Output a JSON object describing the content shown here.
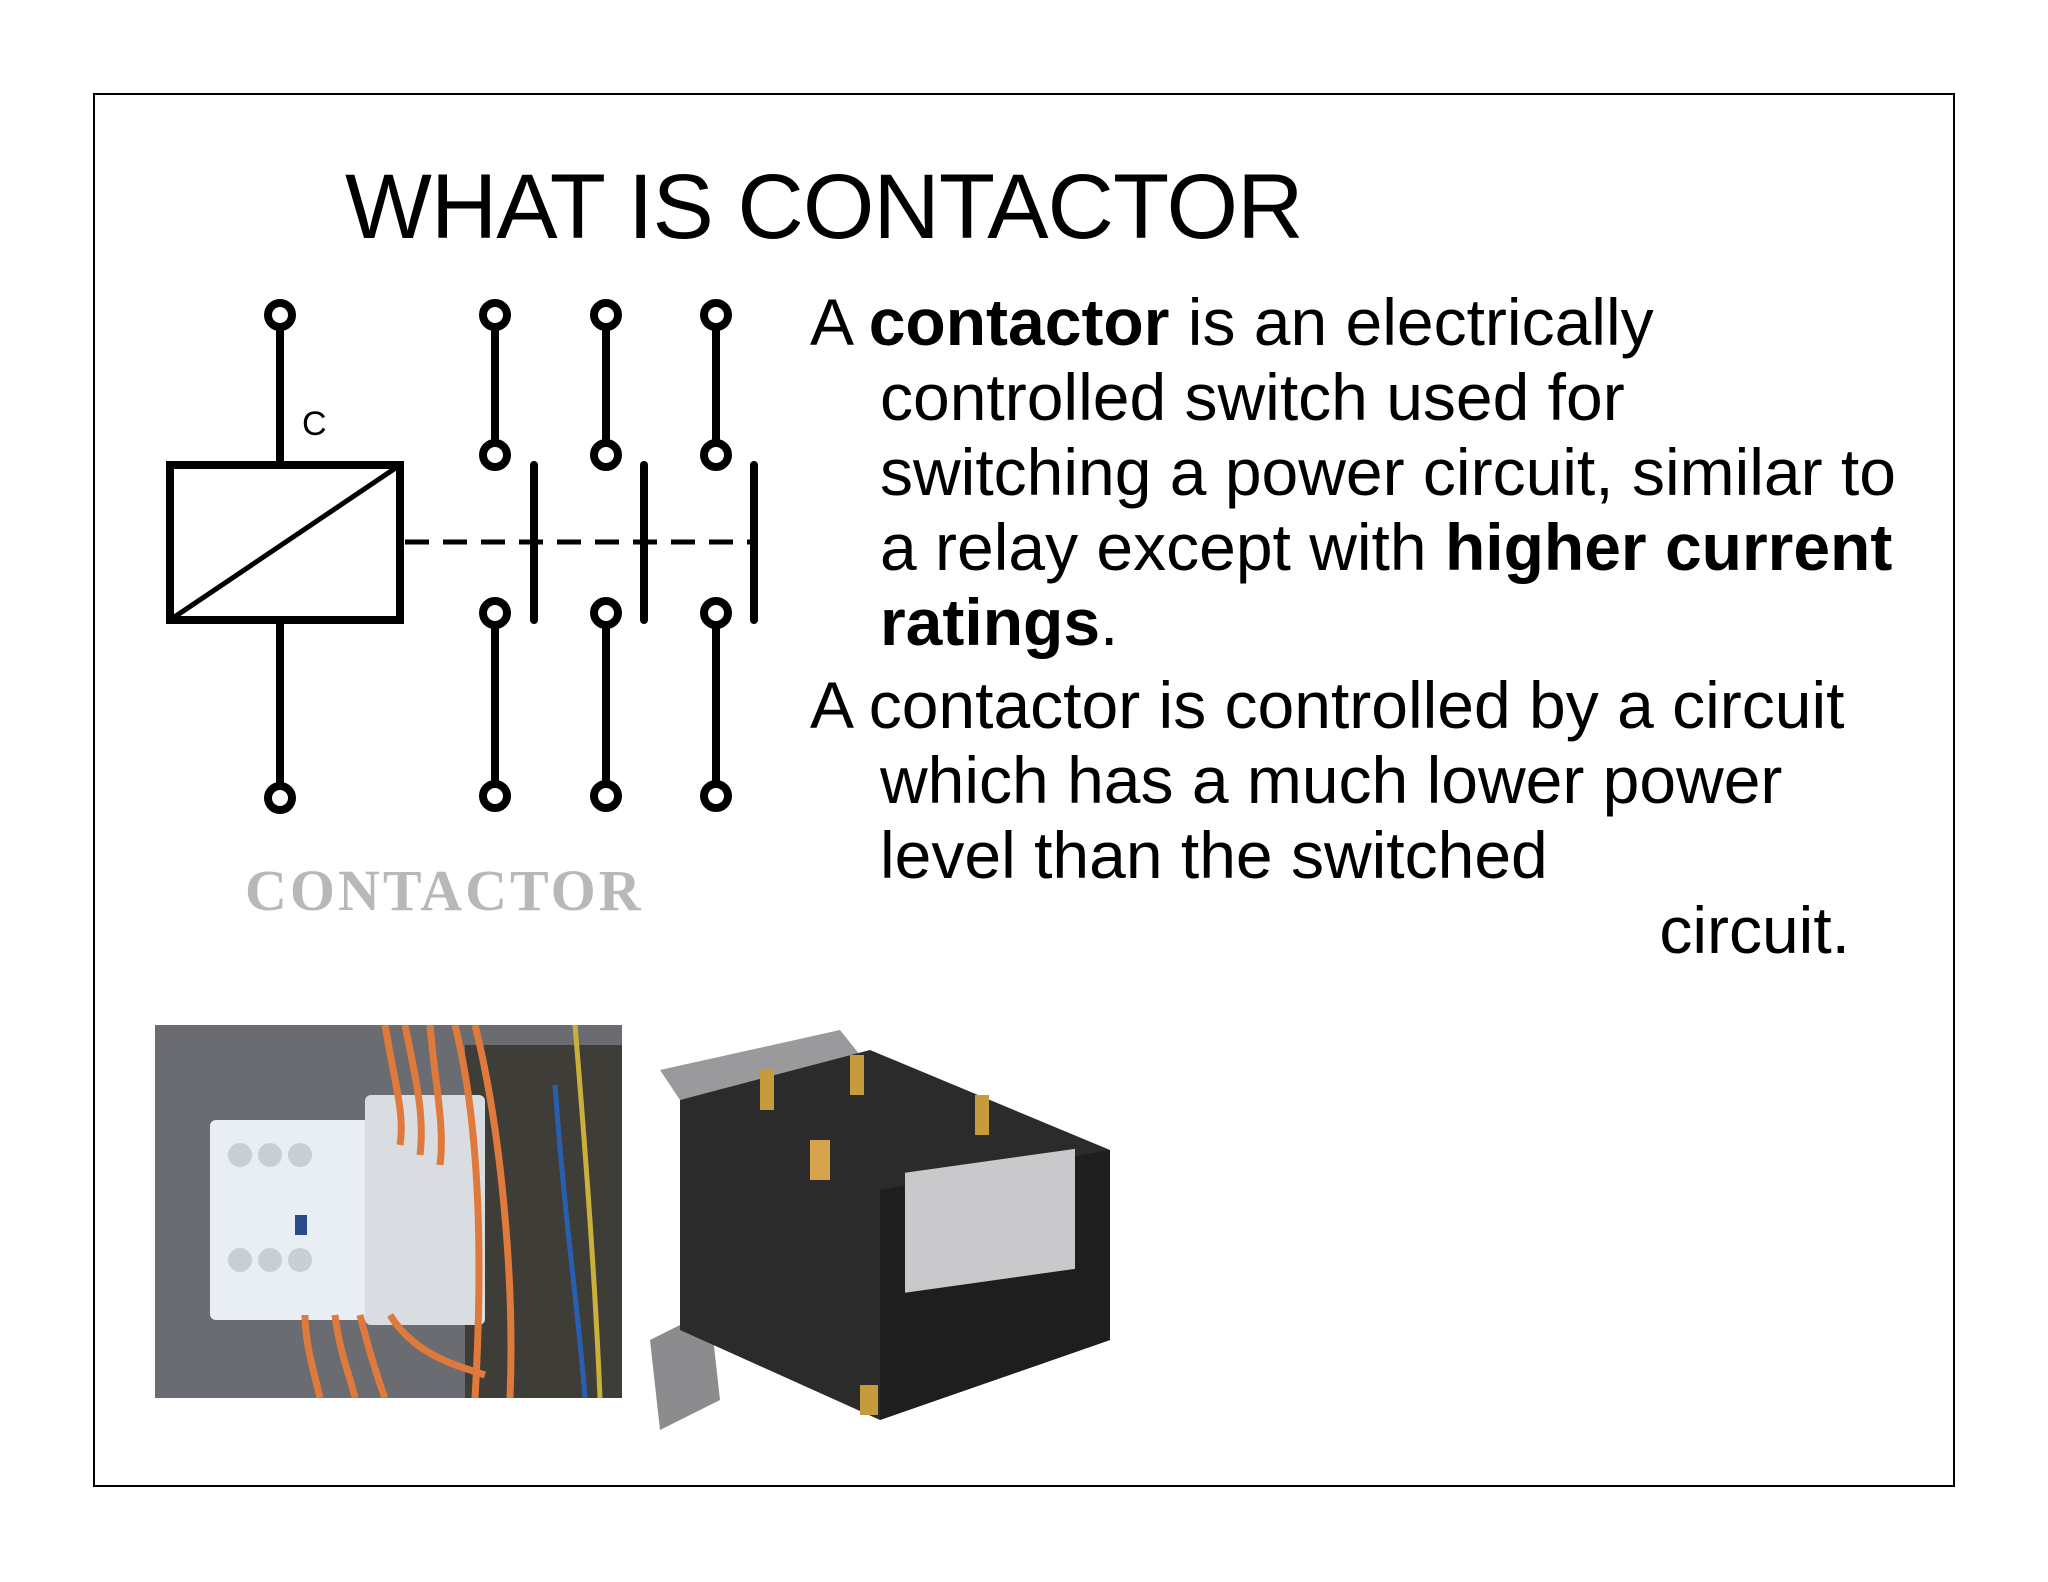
{
  "slide": {
    "title": "WHAT IS CONTACTOR",
    "paragraph1": {
      "a": "A ",
      "bold1": "contactor",
      "b": " is an electrically controlled switch used for switching a power circuit, similar to a relay except with ",
      "bold2": "higher current ratings",
      "c": "."
    },
    "paragraph2": {
      "text": "A contactor is controlled by a circuit which has a much lower power level than the switched",
      "last": "circuit."
    },
    "diagram": {
      "coil_label": "C",
      "caption": "CONTACTOR"
    }
  },
  "colors": {
    "text": "#000000",
    "caption": "#b8b8b8",
    "border": "#000000"
  },
  "images": {
    "panel_photo": "contactor-installed-photo",
    "device_photo": "three-pole-contactor-photo"
  }
}
